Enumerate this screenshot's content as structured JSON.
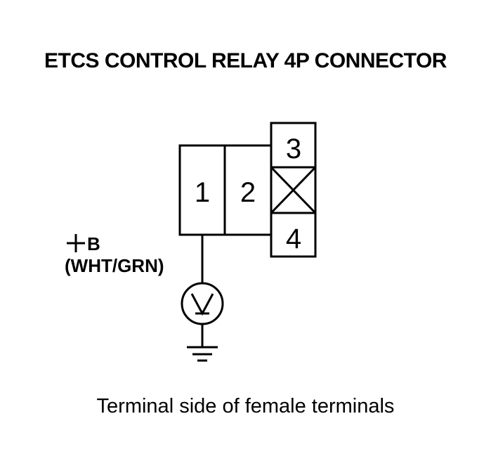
{
  "title": "ETCS CONTROL RELAY 4P CONNECTOR",
  "caption": "Terminal side of female terminals",
  "connector": {
    "terminals": [
      "1",
      "2",
      "3",
      "4"
    ],
    "unused_cavity": "between terminals 3 and 4"
  },
  "wire": {
    "plus_symbol": "+",
    "name": "B",
    "color_code": "(WHT/GRN)",
    "terminal": "1"
  },
  "meter": {
    "type": "voltmeter",
    "icon": "voltmeter-icon"
  },
  "ground": {
    "icon": "ground-icon"
  }
}
